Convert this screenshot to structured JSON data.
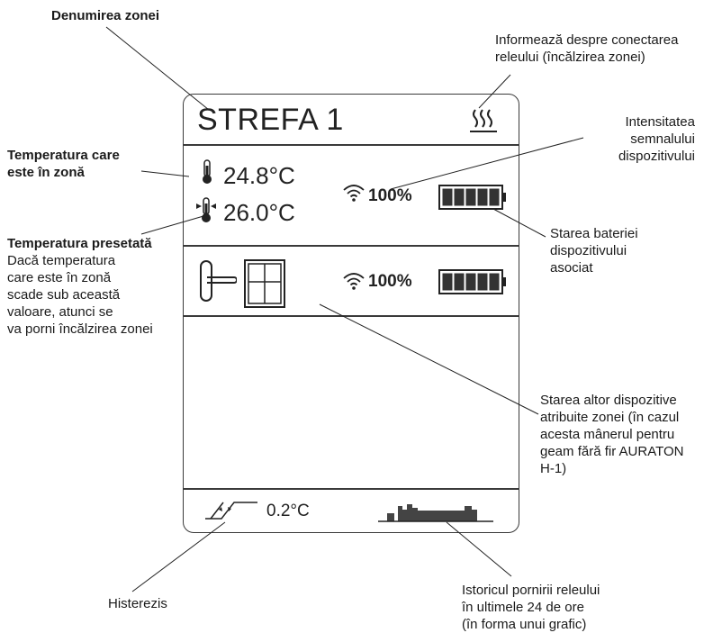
{
  "annotations": {
    "zone_name": "Denumirea  zonei",
    "relay_info": "Informează despre conectarea\nreleului (încălzirea zonei)",
    "signal_strength": "Intensitatea\nsemnalului\ndispozitivului",
    "temp_in_zone": "Temperatura care\neste în zonă",
    "battery_state": "Starea bateriei\ndispozitivului\nasociat",
    "preset_temp_title": "Temperatura presetată",
    "preset_temp_desc": "Dacă  temperatura\ncare este în zonă\nscade sub această\nvaloare, atunci se\nva porni încălzirea zonei",
    "other_devices": "Starea altor dispozitive\natribuite zonei (în cazul\nacesta mânerul pentru\ngeam fără fir AURATON\nH-1)",
    "hysteresis": "Histerezis",
    "relay_history": "Istoricul pornirii releului\nîn ultimele 24 de ore\n(în forma unui grafic)"
  },
  "screen": {
    "zone_title": "STREFA 1",
    "current_temp": "24.8°C",
    "preset_temp": "26.0°C",
    "sensor_signal": "100%",
    "sensor_battery_level": 1.0,
    "handle_signal": "100%",
    "handle_battery_level": 1.0,
    "hysteresis_value": "0.2°C",
    "icons": [
      "heating-icon",
      "thermometer-icon",
      "preset-thermometer-icon",
      "wifi-icon",
      "battery-icon",
      "window-handle-icon",
      "window-icon",
      "hysteresis-icon",
      "relay-history-chart"
    ]
  }
}
